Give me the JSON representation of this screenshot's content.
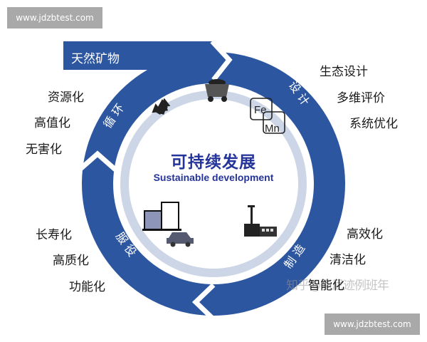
{
  "watermarks": {
    "top_left": "www.jdzbtest.com",
    "bottom_right": "www.jdzbtest.com",
    "overlay": "知乎@阿尼迹例班年"
  },
  "banner": {
    "label": "天然矿物"
  },
  "center": {
    "title_cn": "可持续发展",
    "title_en": "Sustainable development"
  },
  "stages": {
    "cycle": "循 环",
    "design": "设 计",
    "manufacture": "制 造",
    "service": "服 役"
  },
  "icons": {
    "recycle": "recycle-icon",
    "mine_cart": "mine-cart-icon",
    "elements": {
      "fe": "Fe",
      "mn": "Mn"
    },
    "factory": "factory-icon",
    "buildings": "buildings-icon",
    "car": "car-icon"
  },
  "groups": {
    "cycle": [
      "资源化",
      "高值化",
      "无害化"
    ],
    "design": [
      "生态设计",
      "多维评价",
      "系统优化"
    ],
    "manufacture": [
      "高效化",
      "清洁化",
      "智能化"
    ],
    "service": [
      "长寿化",
      "高质化",
      "功能化"
    ]
  },
  "colors": {
    "ring": "#2d56a0",
    "inner_ring": "#cdd6e6",
    "title": "#24349a"
  }
}
